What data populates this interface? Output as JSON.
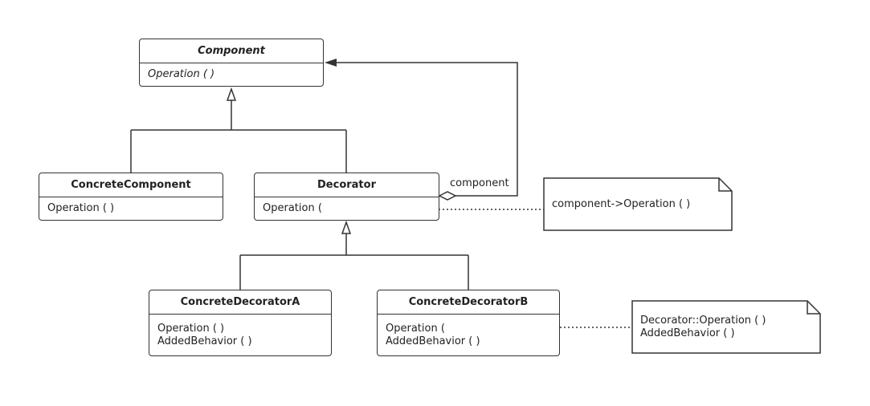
{
  "classes": {
    "component": {
      "name": "Component",
      "ops": [
        "Operation (  )"
      ]
    },
    "concrete_component": {
      "name": "ConcreteComponent",
      "ops": [
        "Operation (  )"
      ]
    },
    "decorator": {
      "name": "Decorator",
      "ops": [
        "Operation ("
      ]
    },
    "concrete_decorator_a": {
      "name": "ConcreteDecoratorA",
      "ops": [
        "Operation (  )",
        "AddedBehavior (  )"
      ]
    },
    "concrete_decorator_b": {
      "name": "ConcreteDecoratorB",
      "ops": [
        "Operation (",
        "AddedBehavior (  )"
      ]
    }
  },
  "notes": {
    "decorator_note": [
      "component->Operation (  )"
    ],
    "decorator_b_note": [
      "Decorator::Operation (  )",
      "AddedBehavior (  )"
    ]
  },
  "labels": {
    "aggregation_role": "component"
  },
  "colors": {
    "line": "#333333",
    "text": "#222222",
    "background": "#ffffff"
  }
}
